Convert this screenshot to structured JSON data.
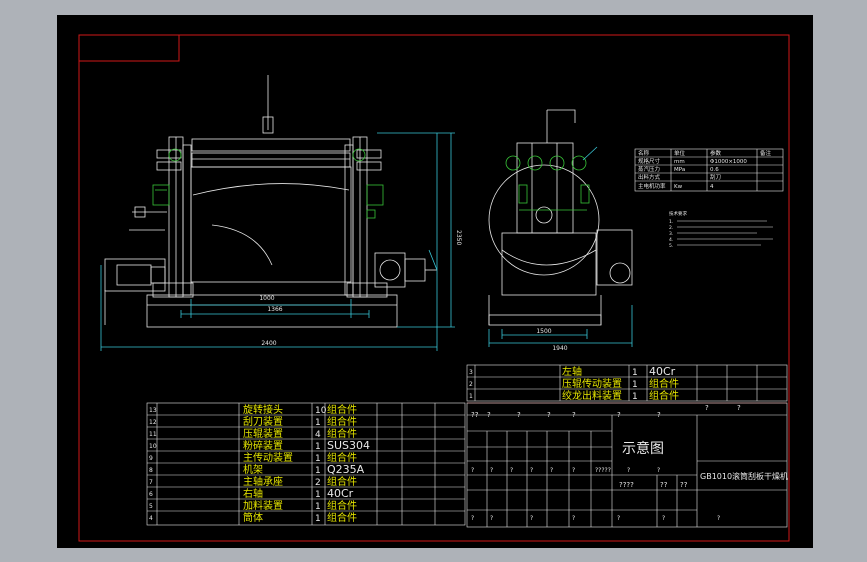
{
  "colors": {
    "background": "#aeb2b8",
    "sheet": "#000000",
    "frame": "#d01818",
    "white": "#e8e8e8",
    "cyan": "#39c6d6",
    "green": "#38c538",
    "yellow": "#e6e600"
  },
  "drawing": {
    "dim_1000": "1000",
    "dim_1366": "1366",
    "dim_total": "2400",
    "dim_height": "2350",
    "dim_right_width": "1940",
    "dim_right_inner": "1500"
  },
  "tech_table": {
    "headers": [
      "名称",
      "单位",
      "参数",
      "备注"
    ],
    "rows": [
      [
        "规格尺寸",
        "mm",
        "Φ1000×1000",
        ""
      ],
      [
        "蒸汽压力",
        "MPa",
        "0.6",
        ""
      ],
      [
        "出料方式",
        "",
        "刮刀",
        ""
      ],
      [
        "主电机功率",
        "Kw",
        "4",
        ""
      ]
    ]
  },
  "tech_notes": [
    "技术要求",
    "1.",
    "2.",
    "3.",
    "4.",
    "5."
  ],
  "bom_top": [
    [
      "3",
      "",
      "左轴",
      "1",
      "40Cr"
    ],
    [
      "2",
      "",
      "压辊传动装置",
      "1",
      "组合件"
    ],
    [
      "1",
      "",
      "绞龙出料装置",
      "1",
      "组合件"
    ]
  ],
  "bom_main": [
    [
      "13",
      "",
      "旋转接头",
      "10",
      "组合件"
    ],
    [
      "12",
      "",
      "刮刀装置",
      "1",
      "组合件"
    ],
    [
      "11",
      "",
      "压辊装置",
      "4",
      "组合件"
    ],
    [
      "10",
      "",
      "粉碎装置",
      "1",
      "SUS304"
    ],
    [
      "9",
      "",
      "主传动装置",
      "1",
      "组合件"
    ],
    [
      "8",
      "",
      "机架",
      "1",
      "Q235A"
    ],
    [
      "7",
      "",
      "主轴承座",
      "2",
      "组合件"
    ],
    [
      "6",
      "",
      "右轴",
      "1",
      "40Cr"
    ],
    [
      "5",
      "",
      "加料装置",
      "1",
      "组合件"
    ],
    [
      "4",
      "",
      "筒体",
      "1",
      "组合件"
    ]
  ],
  "title_block": {
    "view_title": "示意图",
    "product_name": "GB1010滚筒刮板干燥机",
    "q_row": [
      "??",
      "?",
      "?",
      "?",
      "?",
      "?",
      "?",
      "?",
      "?"
    ],
    "q_row2": [
      "?",
      "?",
      "?",
      "?",
      "?",
      "?",
      "?????",
      "?",
      "?"
    ],
    "q_row3": [
      "????",
      "??",
      "??"
    ],
    "q_row4": [
      "?",
      "?",
      "?",
      "?",
      "?",
      "?",
      "?"
    ]
  }
}
